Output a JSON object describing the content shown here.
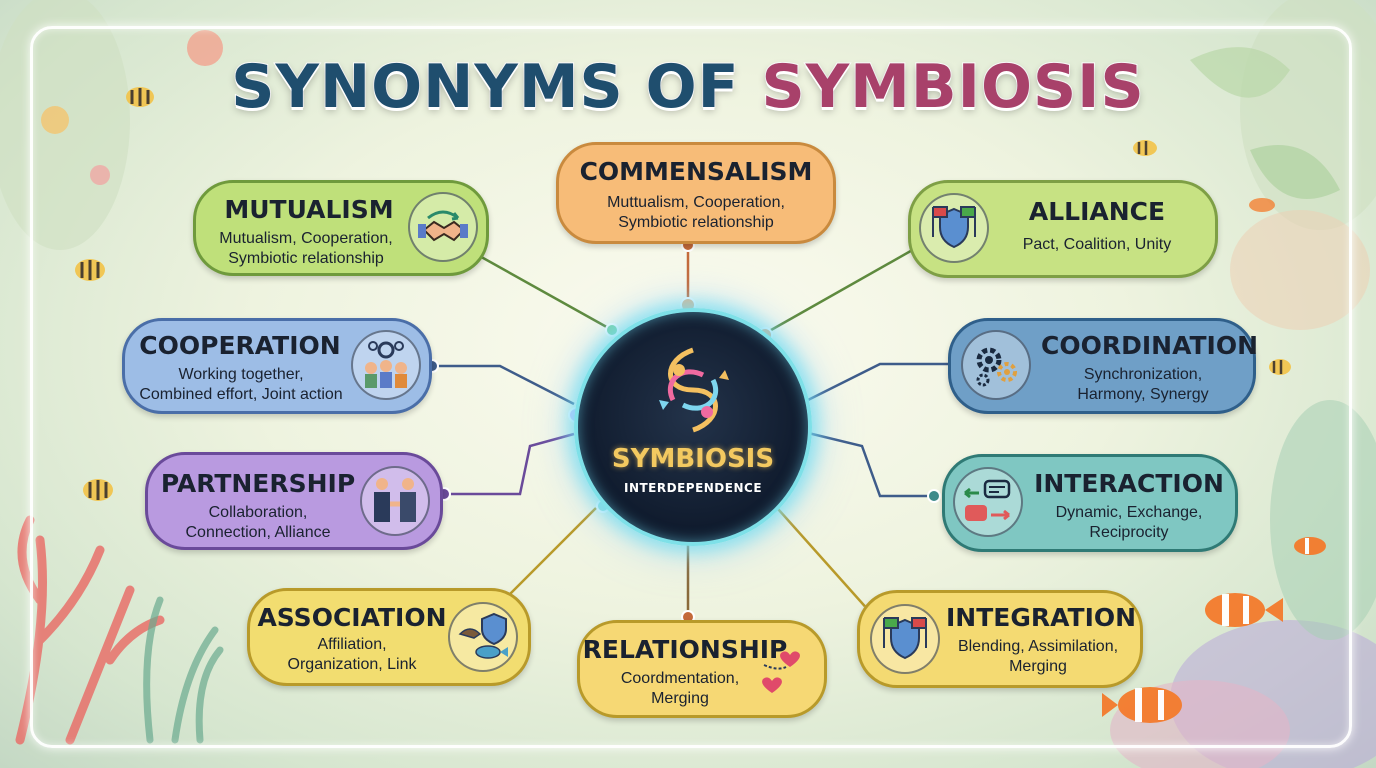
{
  "title": {
    "part1": "SYNONYMS OF",
    "part2": "SYMBIOSIS"
  },
  "hub": {
    "title": "SYMBIOSIS",
    "subtitle": "INTERDEPENDENCE"
  },
  "nodes": {
    "commensalism": {
      "label": "COMMENSALISM",
      "desc1": "Muttualism, Cooperation,",
      "desc2": "Symbiotic relationship"
    },
    "mutualism": {
      "label": "MUTUALISM",
      "desc1": "Mutualism, Cooperation,",
      "desc2": "Symbiotic relationship",
      "icon": "handshake-icon"
    },
    "alliance": {
      "label": "ALLIANCE",
      "desc1": "Pact, Coalition, Unity",
      "desc2": "",
      "icon": "flags-shield-icon"
    },
    "cooperation": {
      "label": "COOPERATION",
      "desc1": "Working together,",
      "desc2": "Combined effort, Joint action",
      "icon": "team-gears-icon"
    },
    "coordination": {
      "label": "COORDINATION",
      "desc1": "Synchronization,",
      "desc2": "Harmony, Synergy",
      "icon": "gears-icon"
    },
    "partnership": {
      "label": "PARTNERSHIP",
      "desc1": "Collaboration,",
      "desc2": "Connection, Alliance",
      "icon": "business-handshake-icon"
    },
    "interaction": {
      "label": "INTERACTION",
      "desc1": "Dynamic, Exchange,",
      "desc2": "Reciprocity",
      "icon": "chat-arrows-icon"
    },
    "association": {
      "label": "ASSOCIATION",
      "desc1": "Affiliation,",
      "desc2": "Organization, Link",
      "icon": "bird-fish-shield-icon"
    },
    "relationship": {
      "label": "RELATIONSHIP",
      "desc1": "Coordmentation,",
      "desc2": "Merging",
      "icon": "hearts-icon"
    },
    "integration": {
      "label": "INTEGRATION",
      "desc1": "Blending, Assimilation,",
      "desc2": "Merging",
      "icon": "flags-shield-icon"
    }
  },
  "colors": {
    "title_dark": "#1f4e6e",
    "title_accent": "#a8416a",
    "commensalism": "#f7bc78",
    "mutualism": "#bfe07a",
    "alliance": "#c7e283",
    "cooperation": "#9dbde6",
    "coordination": "#6f9fc7",
    "partnership": "#b99ae0",
    "interaction": "#7fc7c2",
    "association": "#f2dd70",
    "relationship": "#f6d874",
    "integration": "#f4da72"
  }
}
